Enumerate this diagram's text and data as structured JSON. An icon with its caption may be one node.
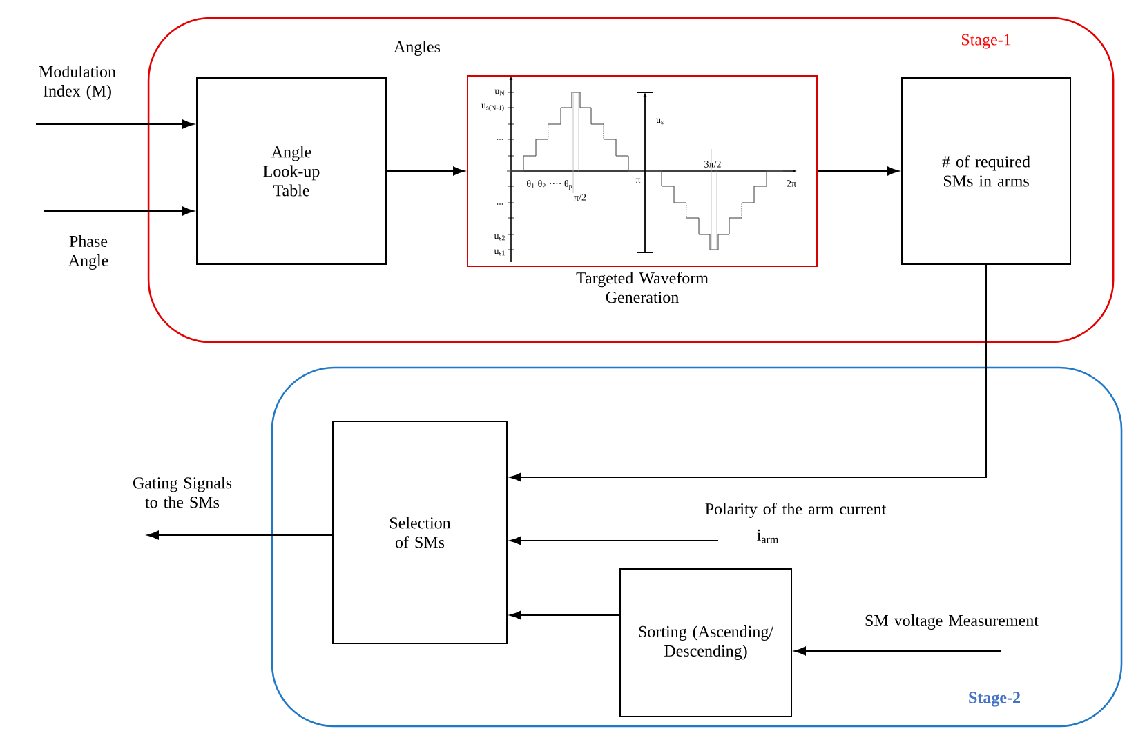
{
  "diagram": {
    "nodes": [
      {
        "text": [
          "Stage-1"
        ]
      },
      {
        "text": [
          "Stage-2"
        ]
      },
      {
        "text": [
          "Modulation Index (M)"
        ]
      },
      {
        "text": [
          "Phase Angle"
        ]
      },
      {
        "text": [
          "Angle Look-up Table"
        ],
        "in": 0
      },
      {
        "text": [
          "Targeted Waveform Generation"
        ],
        "in": 0
      },
      {
        "text": [
          "# of required SMs in arms"
        ],
        "in": 0
      },
      {
        "text": [
          "Selection of SMs"
        ],
        "in": 1
      },
      {
        "text": [
          "Sorting (Ascending/ Descending)"
        ],
        "in": 1
      },
      {
        "text": [
          "Gating Signals to the SMs"
        ]
      },
      {
        "text": [
          "Polarity of the arm current"
        ],
        "beside": [
          "i$_{arm}$"
        ],
        "in": 1
      },
      {
        "text": [
          "SM voltage Measurement"
        ],
        "in": 1
      }
    ],
    "edges": [
      {
        "from": 2,
        "to": 4,
        "arrow": "to"
      },
      {
        "from": 3,
        "to": 4,
        "arrow": "to"
      },
      {
        "from": 4,
        "to": 5,
        "arrow": "to"
      },
      {
        "from": 5,
        "to": 6,
        "arrow": "to"
      },
      {
        "from": 6,
        "to": 7,
        "arrow": "to"
      },
      {
        "from": 10,
        "to": 7,
        "arrow": "to"
      },
      {
        "from": 8,
        "to": 7,
        "arrow": "to"
      },
      {
        "from": 11,
        "to": 8,
        "arrow": "to"
      },
      {
        "from": 7,
        "to": 9,
        "arrow": "to"
      }
    ],
    "labels": [
      "Angles",
      "u$_{N}$",
      "u$_{s(N-1)}$",
      "...",
      "u$_{s}$",
      "θ$_{1}$ θ$_{2}$ ···· θ$_{p}$",
      "π/2",
      "π",
      "3π/2",
      "2π",
      "...",
      "u$_{s2}$",
      "u$_{s1}$"
    ]
  }
}
